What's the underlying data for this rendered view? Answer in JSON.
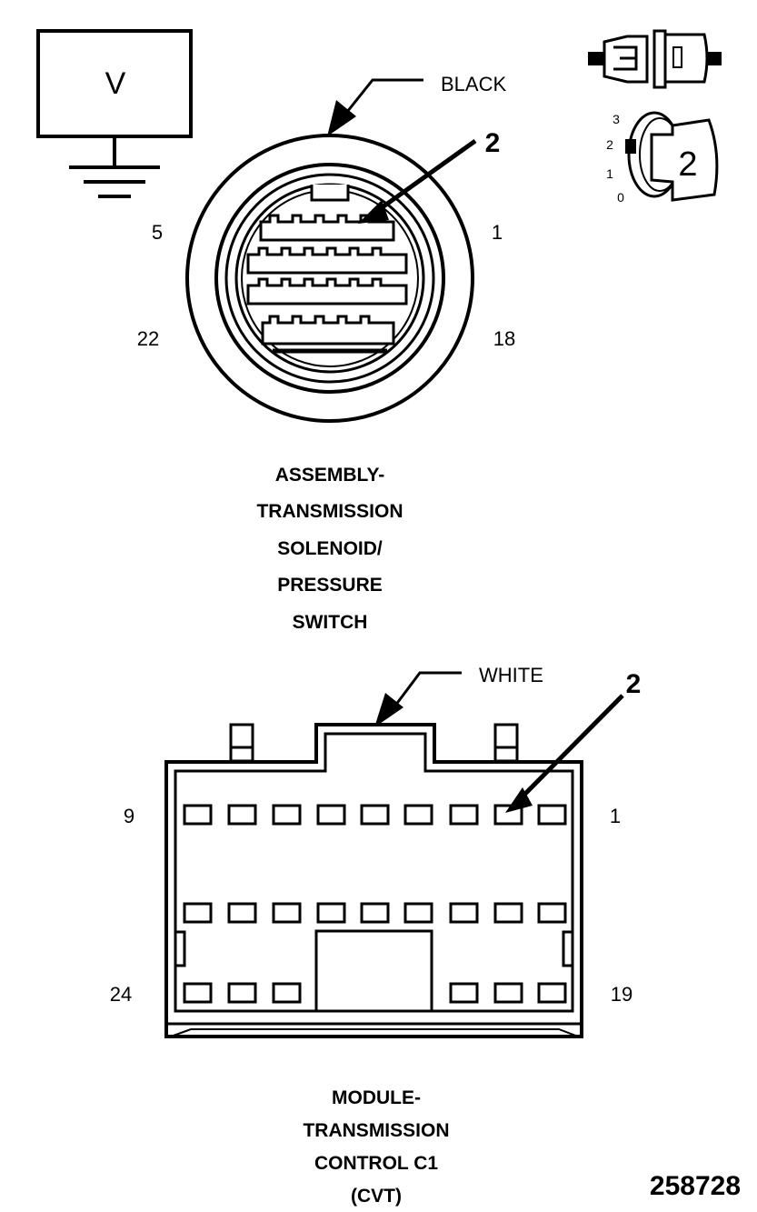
{
  "meter": {
    "label": "V"
  },
  "connector_1": {
    "color_label": "BLACK",
    "pin_top_left": "5",
    "pin_top_right": "1",
    "pin_bottom_left": "22",
    "pin_bottom_right": "18",
    "callout": "2",
    "title_lines": [
      "ASSEMBLY-",
      "TRANSMISSION",
      "SOLENOID/",
      "PRESSURE",
      "SWITCH"
    ]
  },
  "connector_2": {
    "color_label": "WHITE",
    "pin_top_left": "9",
    "pin_top_right": "1",
    "pin_bottom_left": "24",
    "pin_bottom_right": "19",
    "callout": "2",
    "title_lines": [
      "MODULE-",
      "TRANSMISSION",
      "CONTROL C1",
      "(CVT)"
    ]
  },
  "probe_legend": {
    "scale": [
      "3",
      "2",
      "1",
      "0"
    ],
    "selected": "2"
  },
  "figure_number": "258728"
}
